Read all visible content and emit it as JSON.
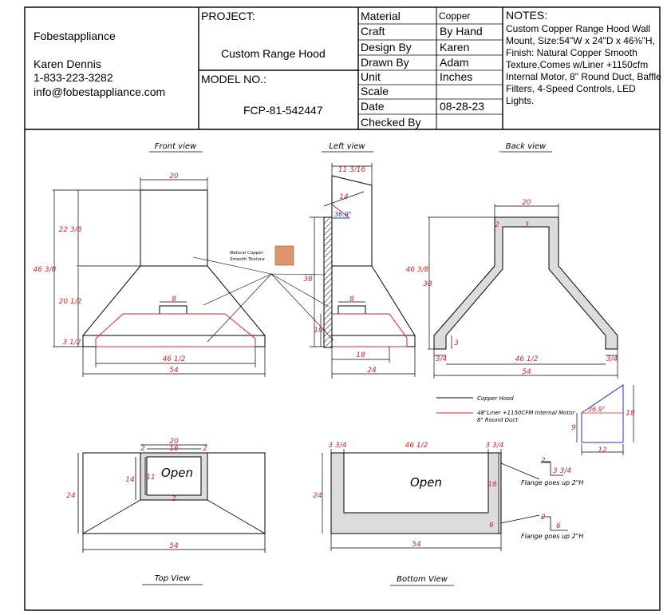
{
  "company": {
    "name": "Fobestappliance",
    "contact_name": "Karen Dennis",
    "phone": "1-833-223-3282",
    "email": "info@fobestappliance.com"
  },
  "project": {
    "label": "PROJECT:",
    "value": "Custom Range Hood"
  },
  "model": {
    "label": "MODEL NO.:",
    "value": "FCP-81-542447"
  },
  "fields": [
    {
      "label": "Material",
      "value": "Copper"
    },
    {
      "label": "Craft",
      "value": "By Hand"
    },
    {
      "label": "Design By",
      "value": "Karen"
    },
    {
      "label": "Drawn By",
      "value": "Adam"
    },
    {
      "label": "Unit",
      "value": "Inches"
    },
    {
      "label": "Scale",
      "value": ""
    },
    {
      "label": "Date",
      "value": "08-28-23"
    },
    {
      "label": "Checked By",
      "value": ""
    }
  ],
  "notes": {
    "title": "NOTES:",
    "text": "Custom Copper Range Hood Wall Mount, Size:54\"W x 24\"D x 46⅜\"H, Finish: Natural Copper Smooth Texture,Comes w/Liner +1150cfm Internal Motor, 8\" Round Duct, Baffle Filters, 4-Speed Controls, LED Lights."
  },
  "views": {
    "front": "Front view",
    "left": "Left view",
    "back": "Back view",
    "top": "Top View",
    "bottom": "Bottom View"
  },
  "callouts": {
    "finish_line1": "Natural Copper",
    "finish_line2": "Smooth Texture",
    "open_top": "Open",
    "open_bottom": "Open",
    "flange1": "Flange goes up 2\"H",
    "flange2": "Flange goes up 2\"H",
    "angle": "36.9°",
    "angle2": "36.9°"
  },
  "legend": {
    "copper_hood": "Copper Hood",
    "liner_line1": "48\"Liner +1150CFM Internal Motor",
    "liner_line2": "8\" Round Duct"
  },
  "dims": {
    "front_chimney_w": "20",
    "front_total_h": "46 3/8",
    "front_chimney_h": "22 3/8",
    "front_slope_h": "20 1/2",
    "front_base_h": "3 1/2",
    "front_liner_w": "46 1/2",
    "front_total_w": "54",
    "front_motor": "8",
    "left_top": "11 3/16",
    "left_slope": "14",
    "left_h": "38",
    "left_10": "10",
    "left_motor": "8",
    "left_liner": "18",
    "left_depth": "24",
    "back_w": "20",
    "back_wall1": "2",
    "back_wall2": "3",
    "back_total_h": "46 3/8",
    "back_h": "38",
    "back_3": "3",
    "back_34a": "3/4",
    "back_34b": "3/4",
    "back_465": "46 1/2",
    "back_total_w": "54",
    "small_h": "18",
    "small_9": "9",
    "small_w": "12",
    "top_20": "20",
    "top_16": "16",
    "top_2a": "2",
    "top_2b": "2",
    "top_14": "14",
    "top_11": "11",
    "top_2c": "2",
    "top_24": "24",
    "top_54": "54",
    "bot_34a": "3 3/4",
    "bot_465": "46 1/2",
    "bot_34b": "3 3/4",
    "bot_24": "24",
    "bot_18": "18",
    "bot_6": "6",
    "bot_54": "54",
    "fl_2a": "2",
    "fl_34": "3 3/4",
    "fl_2b": "2",
    "fl_6": "6"
  },
  "colors": {
    "liner": "#d7262a",
    "angle_line": "#2233cc",
    "panel": "#dcdcdc",
    "copper_swatch": "#d9956c"
  }
}
